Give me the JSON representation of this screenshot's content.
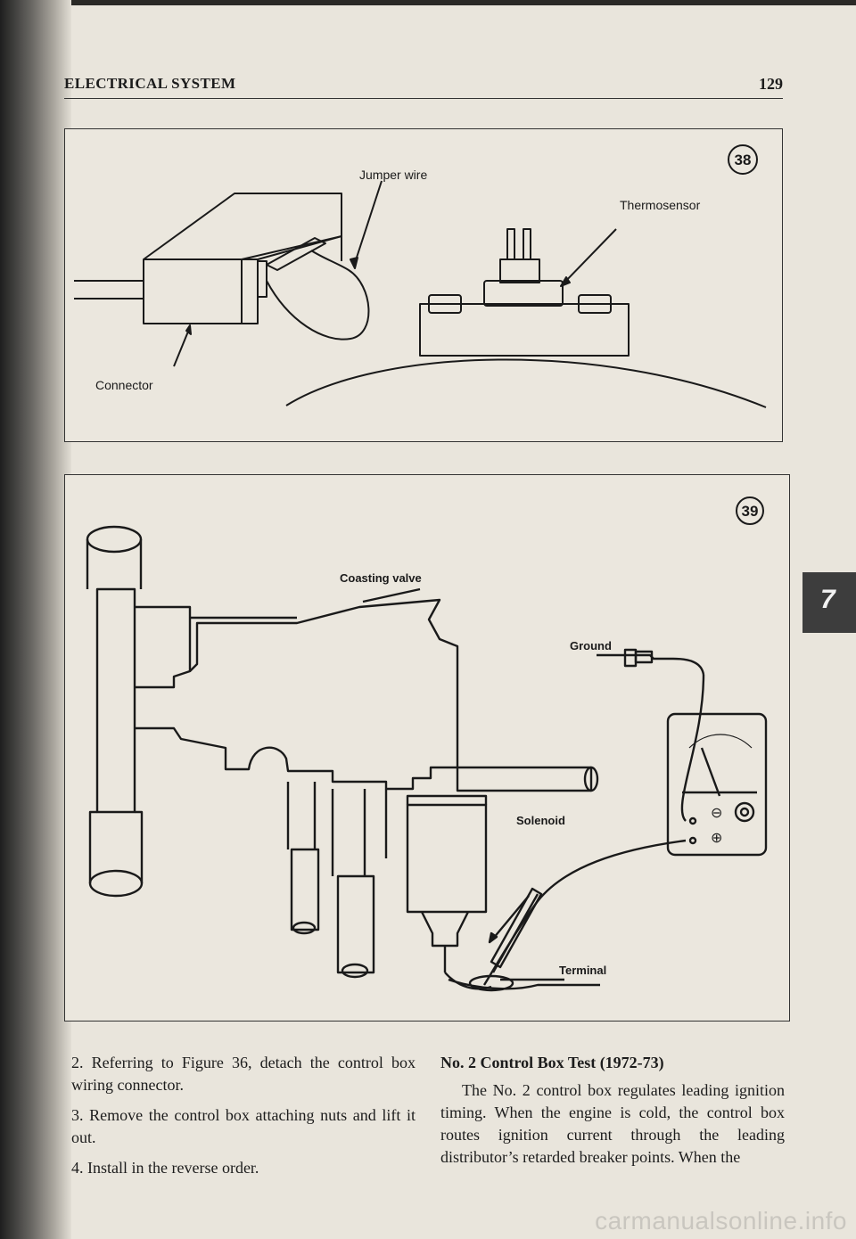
{
  "header": {
    "section": "ELECTRICAL SYSTEM",
    "page_number": "129"
  },
  "figure38": {
    "number": "38",
    "labels": {
      "jumper_wire": "Jumper wire",
      "thermosensor": "Thermosensor",
      "connector": "Connector"
    }
  },
  "figure39": {
    "number": "39",
    "labels": {
      "coasting_valve": "Coasting valve",
      "ground": "Ground",
      "solenoid": "Solenoid",
      "terminal": "Terminal"
    },
    "meter": {
      "minus": "⊖",
      "plus": "⊕"
    }
  },
  "chapter_tab": "7",
  "left_column": {
    "step2": "2. Referring to Figure 36, detach the control box wiring connector.",
    "step3": "3. Remove the control box attaching nuts and lift it out.",
    "step4": "4. Install in the reverse order."
  },
  "right_column": {
    "heading": "No. 2 Control Box Test (1972-73)",
    "paragraph": "The No. 2 control box regulates leading ignition timing. When the engine is cold, the control box routes ignition current through the leading distributor’s retarded breaker points. When the"
  },
  "watermark": "carmanualsonline.info",
  "colors": {
    "paper": "#e9e5dc",
    "ink": "#1c1c1c",
    "tab": "#3d3d3d"
  }
}
